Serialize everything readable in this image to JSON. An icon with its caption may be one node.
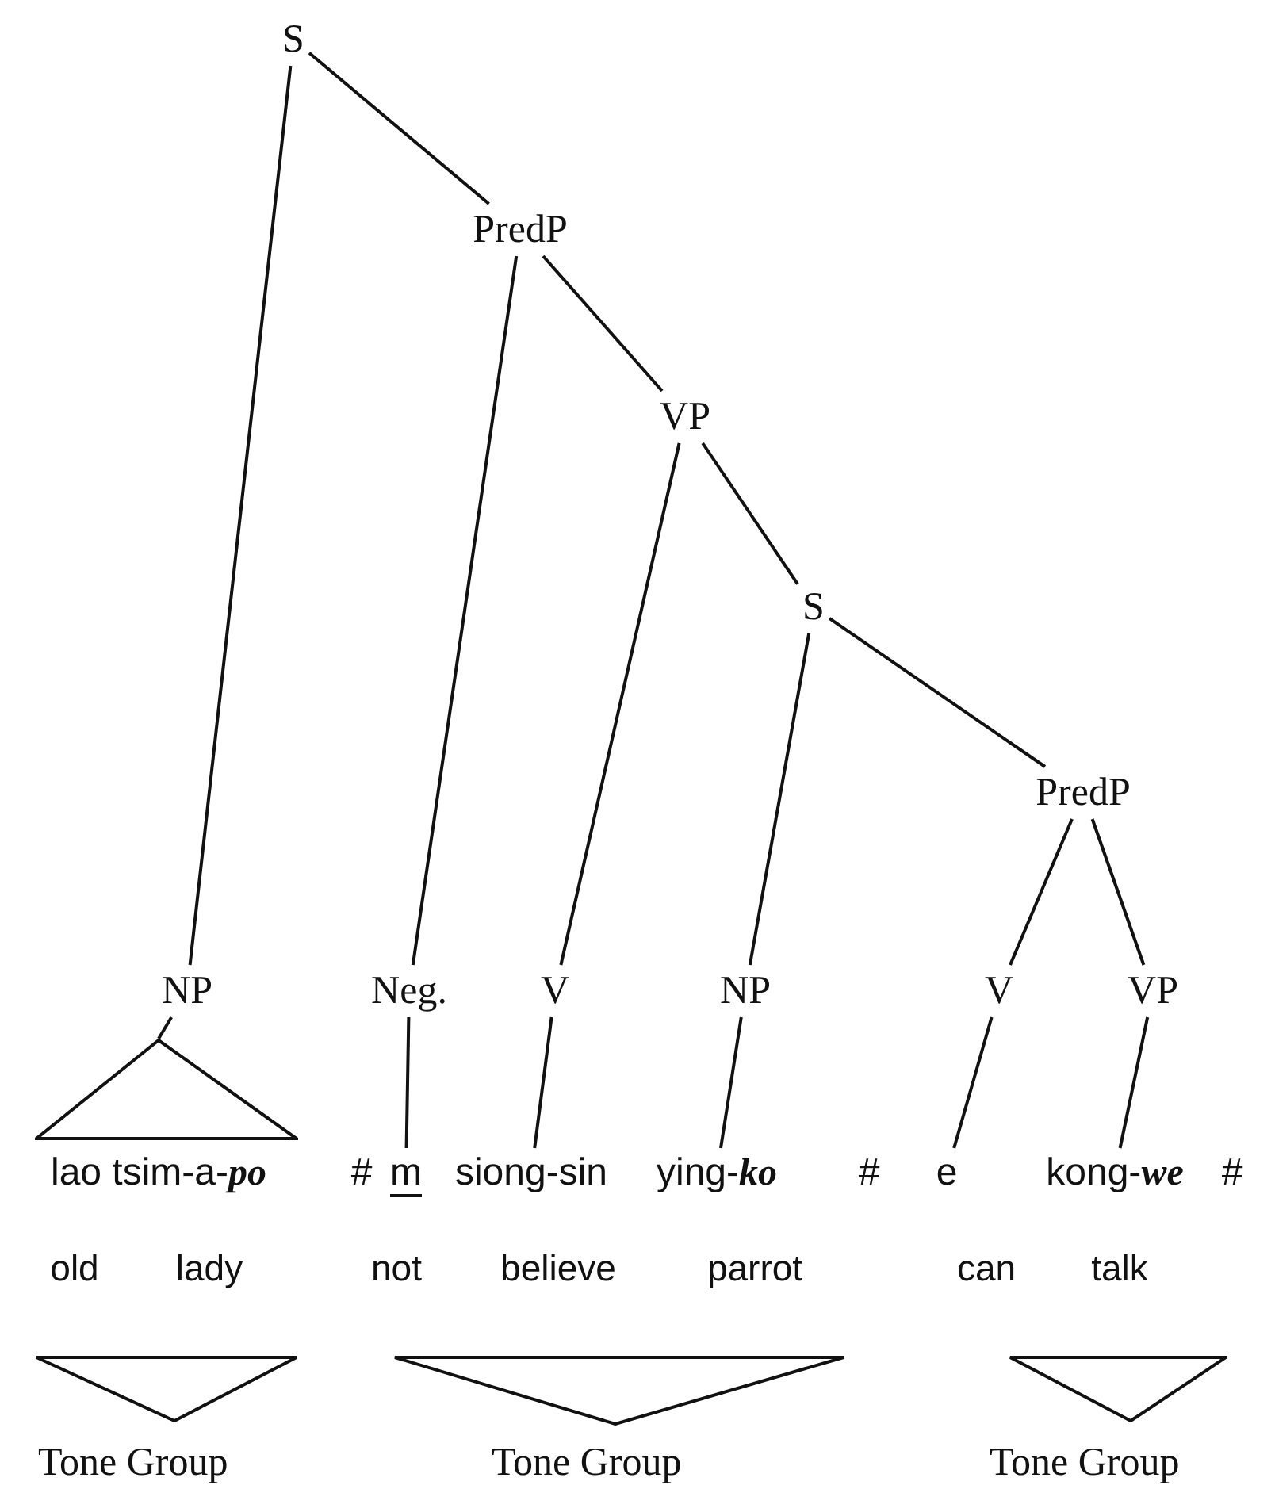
{
  "diagram": {
    "nodes": [
      {
        "text": [
          "S"
        ]
      },
      {
        "text": [
          "PredP"
        ]
      },
      {
        "text": [
          "VP"
        ]
      },
      {
        "text": [
          "S"
        ]
      },
      {
        "text": [
          "PredP"
        ]
      },
      {
        "text": [
          "NP"
        ]
      },
      {
        "text": [
          "Neg."
        ]
      },
      {
        "text": [
          "V"
        ]
      },
      {
        "text": [
          "NP"
        ]
      },
      {
        "text": [
          "V"
        ]
      },
      {
        "text": [
          "VP"
        ]
      },
      {
        "text": [],
        "shape": "triangle"
      },
      {
        "text": [
          "lao tsim-a-**po**"
        ]
      },
      {
        "text": [
          "m"
        ]
      },
      {
        "text": [
          "siong-sin"
        ]
      },
      {
        "text": [
          "ying-**ko**"
        ]
      },
      {
        "text": [
          "e"
        ]
      },
      {
        "text": [
          "kong-**we**"
        ]
      },
      {
        "text": [
          "Tone Group"
        ]
      },
      {
        "text": [
          "Tone Group"
        ]
      },
      {
        "text": [
          "Tone Group"
        ]
      }
    ],
    "edges": [
      {
        "from": 0,
        "to": 5,
        "arrow": "none"
      },
      {
        "from": 0,
        "to": 1,
        "arrow": "none"
      },
      {
        "from": 1,
        "to": 6,
        "arrow": "none"
      },
      {
        "from": 1,
        "to": 2,
        "arrow": "none"
      },
      {
        "from": 2,
        "to": 7,
        "arrow": "none"
      },
      {
        "from": 2,
        "to": 3,
        "arrow": "none"
      },
      {
        "from": 3,
        "to": 8,
        "arrow": "none"
      },
      {
        "from": 3,
        "to": 4,
        "arrow": "none"
      },
      {
        "from": 4,
        "to": 9,
        "arrow": "none"
      },
      {
        "from": 4,
        "to": 10,
        "arrow": "none"
      },
      {
        "from": 5,
        "to": 11,
        "arrow": "none"
      },
      {
        "from": 6,
        "to": 13,
        "arrow": "none"
      },
      {
        "from": 7,
        "to": 14,
        "arrow": "none"
      },
      {
        "from": 8,
        "to": 15,
        "arrow": "none"
      },
      {
        "from": 9,
        "to": 16,
        "arrow": "none"
      },
      {
        "from": 10,
        "to": 17,
        "arrow": "none"
      }
    ],
    "labels": [
      "#",
      "#",
      "#",
      "old",
      "lady",
      "not",
      "believe",
      "parrot",
      "can",
      "talk"
    ]
  }
}
